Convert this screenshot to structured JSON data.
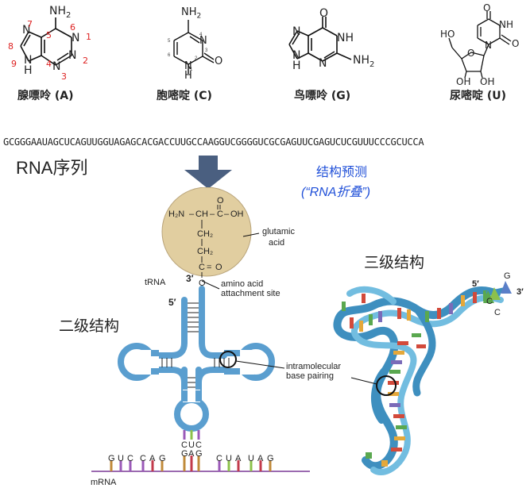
{
  "bases": {
    "adenine": {
      "label": "腺嘌呤 (A)",
      "nh2": "NH2",
      "nh": "N\nH",
      "nums": [
        "1",
        "2",
        "3",
        "4",
        "5",
        "6",
        "7",
        "8",
        "9"
      ]
    },
    "cytosine": {
      "label": "胞嘧啶 (C)",
      "nh2": "NH2",
      "nh": "H"
    },
    "guanine": {
      "label": "鸟嘌呤 (G)",
      "nh2": "NH2",
      "o": "O",
      "nh": "NH"
    },
    "uridine": {
      "label": "尿嘧啶 (U)",
      "ho": "HO",
      "oh1": "OH",
      "oh2": "OH",
      "o": "O",
      "nh": "NH"
    }
  },
  "sequence": "GCGGGAAUAGCUCAGUUGGUAGAGCACGACCUUGCCAAGGUCGGGGUCGCGAGUUCGAGUCUCGUUUCCCGCUCCA",
  "labels": {
    "rna_sequence": "RNA序列",
    "prediction_line1": "结构预测",
    "prediction_line2": "(“RNA折叠”)",
    "secondary": "二级结构",
    "tertiary": "三级结构"
  },
  "trna": {
    "glutamic": "glutamic",
    "acid": "acid",
    "amino_line1": "amino acid",
    "amino_line2": "attachment site",
    "trna": "tRNA",
    "three_prime": "3′",
    "five_prime": "5′",
    "intra_line1": "intramolecular",
    "intra_line2": "base pairing",
    "anticodon": [
      "C",
      "U",
      "C"
    ],
    "codon": [
      "G",
      "A",
      "G"
    ],
    "mrna_left": [
      "G",
      "U",
      "C",
      "C",
      "A",
      "G"
    ],
    "mrna_right": [
      "C",
      "U",
      "A",
      "U",
      "A",
      "G"
    ],
    "mrna": "mRNA",
    "chem_h2n": "H2N",
    "chem_ch": "CH",
    "chem_c": "C",
    "chem_oh": "OH",
    "chem_o": "O",
    "chem_ch2": "CH2"
  },
  "tertiary_labels": {
    "five_prime": "5′",
    "three_prime": "3′",
    "c1": "C",
    "c2": "C",
    "g": "G"
  },
  "colors": {
    "accent_blue": "#1f4fd8",
    "red_numbers": "#d22222",
    "arrow": "#4a5f80",
    "trna_blue": "#5a9ecf",
    "ball": "#e1cea0"
  }
}
